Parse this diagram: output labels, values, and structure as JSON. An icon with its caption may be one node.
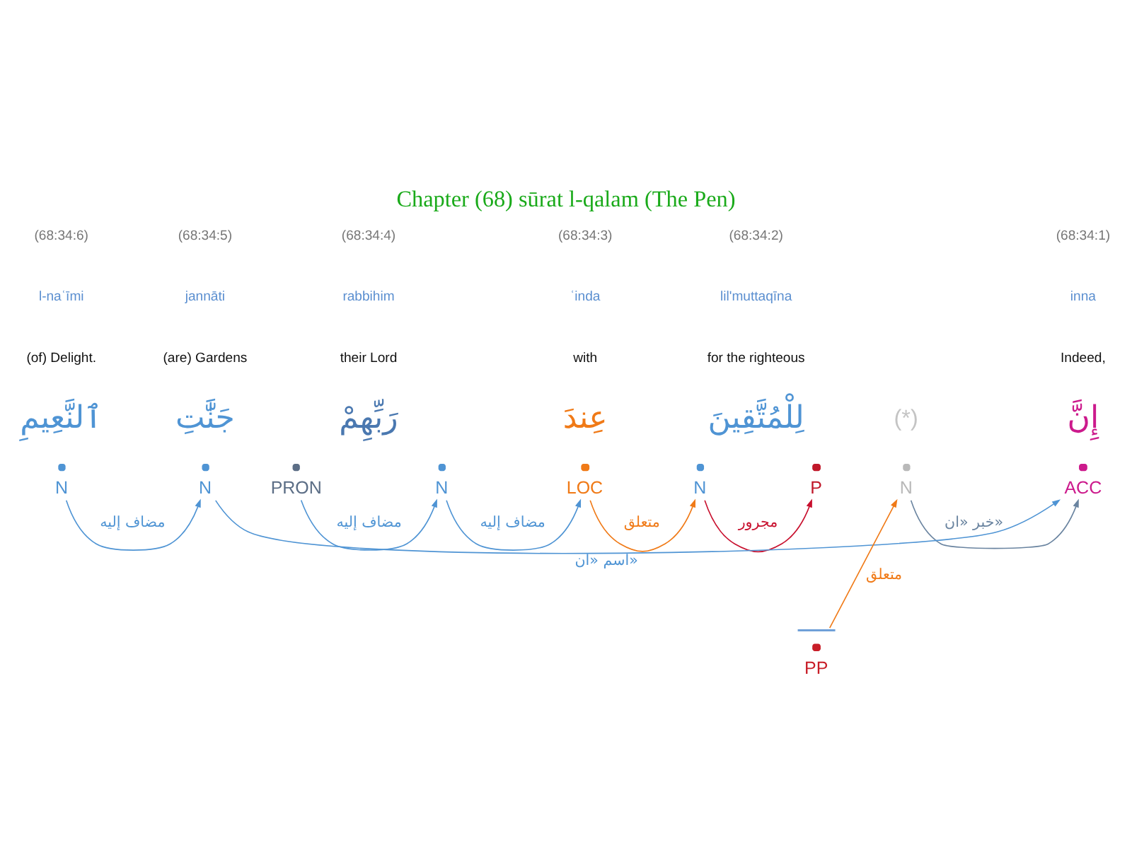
{
  "diagram": {
    "title": "Chapter (68) sūrat l-qalam (The Pen)",
    "nodes": [
      {
        "text": [
          "ACC"
        ]
      },
      {
        "text": [
          "N"
        ]
      },
      {
        "text": [
          "P"
        ]
      },
      {
        "text": [
          "N"
        ]
      },
      {
        "text": [
          "LOC"
        ]
      },
      {
        "text": [
          "N"
        ]
      },
      {
        "text": [
          "PRON"
        ]
      },
      {
        "text": [
          "N"
        ]
      },
      {
        "text": [
          "N"
        ]
      },
      {
        "text": [
          "PP"
        ]
      }
    ],
    "edges": [
      {
        "from": 1,
        "to": 0,
        "arrow": "to",
        "label": "خبر «ان»",
        "color": "#6a84a0"
      },
      {
        "from": 3,
        "to": 2,
        "arrow": "to",
        "label": "مجرور",
        "color": "#c8102e"
      },
      {
        "from": 4,
        "to": 3,
        "arrow": "to",
        "label": "متعلق",
        "color": "#f07a17"
      },
      {
        "from": 5,
        "to": 4,
        "arrow": "to",
        "label": "مضاف إليه"
      },
      {
        "from": 6,
        "to": 5,
        "arrow": "to",
        "label": "مضاف إليه"
      },
      {
        "from": 8,
        "to": 7,
        "arrow": "to",
        "label": "مضاف إليه"
      },
      {
        "from": 9,
        "to": 1,
        "arrow": "to",
        "label": "متعلق",
        "color": "#f07a17"
      },
      {
        "from": 7,
        "to": 0,
        "arrow": "to",
        "label": "اسم «ان»"
      }
    ],
    "labels": [
      "(68:34:1)",
      "inna",
      "Indeed,",
      "إِنَّ",
      "(*)",
      "(68:34:2)",
      "lil'muttaqīna",
      "for the righteous",
      "لِلْمُتَّقِينَ",
      "(68:34:3)",
      "ʿinda",
      "with",
      "عِندَ",
      "(68:34:4)",
      "rabbihim",
      "their Lord",
      "رَبِّهِمْ",
      "(68:34:5)",
      "jannāti",
      "(are) Gardens",
      "جَنَّٰتِ",
      "(68:34:6)",
      "l-naʿīmi",
      "(of) Delight.",
      "ٱلنَّعِيمِ"
    ]
  }
}
